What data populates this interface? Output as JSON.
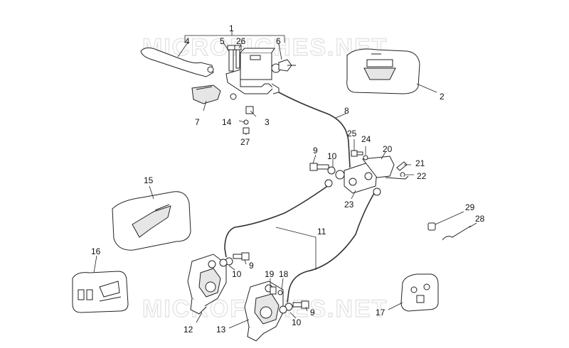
{
  "watermark": "MICROFICHES.NET",
  "labels": {
    "l1": "1",
    "l2": "2",
    "l3": "3",
    "l4": "4",
    "l5": "5",
    "l6": "6",
    "l7": "7",
    "l8": "8",
    "l9a": "9",
    "l9b": "9",
    "l9c": "9",
    "l10a": "10",
    "l10b": "10",
    "l10c": "10",
    "l11": "11",
    "l12": "12",
    "l13": "13",
    "l14": "14",
    "l15": "15",
    "l16": "16",
    "l17": "17",
    "l18": "18",
    "l19": "19",
    "l20": "20",
    "l21": "21",
    "l22": "22",
    "l23": "23",
    "l24": "24",
    "l25": "25",
    "l26": "26",
    "l27": "27",
    "l28": "28",
    "l29": "29"
  },
  "kit_text": {
    "kit15": "",
    "kit16": ""
  }
}
